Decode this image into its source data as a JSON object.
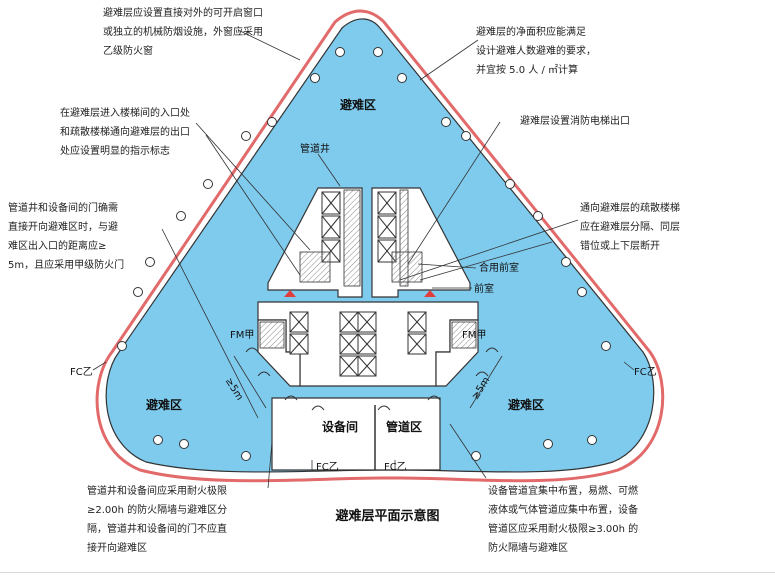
{
  "notes": {
    "top_left": "避难层应设置直接对外的可开启窗口\n或独立的机械防烟设施，外窗应采用\n乙级防火窗",
    "top_right": "避难层的净面积应能满足\n设计避难人数避难的要求，\n并宜按 5.0 人 / ㎡计算",
    "entry_sign": "在避难层进入楼梯间的入口处\n和疏散楼梯通向避难层的出口\n处应设置明显的指示标志",
    "fire_elevator": "避难层设置消防电梯出口",
    "shaft_door": "管道井和设备间的门确需\n直接开向避难区时，与避\n难区出入口的距离应≥\n5m，且应采用甲级防火门",
    "stair_rule": "通向避难层的疏散楼梯\n应在避难层分隔、同层\n错位或上下层断开",
    "bottom_left": "管道井和设备间应采用耐火极限\n≥2.00h 的防火隔墙与避难区分\n隔，管道井和设备间的门不应直\n接开向避难区",
    "bottom_right": "设备管道宜集中布置，易燃、可燃\n液体或气体管道应集中布置，设备\n管道区应采用耐火极限≥3.00h 的\n防火隔墙与避难区"
  },
  "labels": {
    "zone": "避难区",
    "pipe_shaft": "管道井",
    "equipment_room": "设备间",
    "pipe_area": "管道区",
    "shared_anteroom": "合用前室",
    "anteroom": "前室",
    "fm_a": "FM甲",
    "fc_b": "FC乙",
    "dim_5m": "≥5m"
  },
  "title": "避难层平面示意图",
  "colors": {
    "zone_fill": "#7fcbee",
    "outer_edge": "#e26a6a",
    "wall": "#444444",
    "core_fill": "#ffffff",
    "marker_red": "#e23d3d"
  },
  "icons": [
    "window-circle-icon",
    "fire-door-icon",
    "stair-icon",
    "elevator-icon",
    "exit-marker-icon"
  ]
}
